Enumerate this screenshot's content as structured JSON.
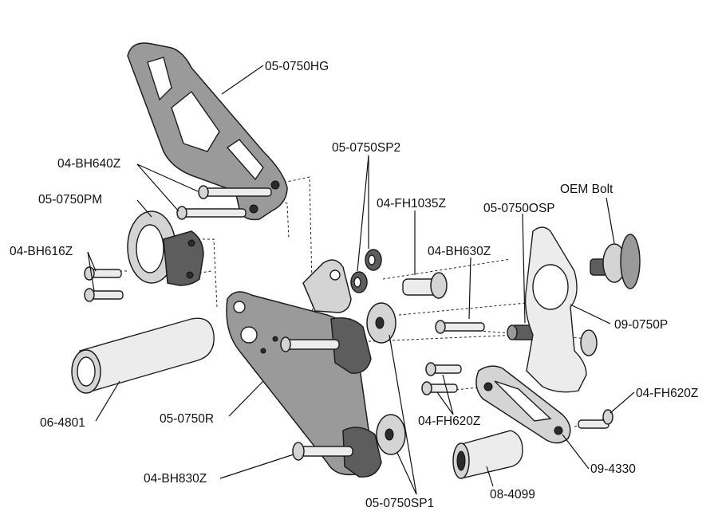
{
  "diagram": {
    "part_labels": [
      {
        "id": "05-0750HG",
        "text": "05-0750HG"
      },
      {
        "id": "04-BH640Z",
        "text": "04-BH640Z"
      },
      {
        "id": "05-0750PM",
        "text": "05-0750PM"
      },
      {
        "id": "04-BH616Z",
        "text": "04-BH616Z"
      },
      {
        "id": "05-0750SP2",
        "text": "05-0750SP2"
      },
      {
        "id": "04-FH1035Z",
        "text": "04-FH1035Z"
      },
      {
        "id": "05-0750OSP",
        "text": "05-0750OSP"
      },
      {
        "id": "OEM-Bolt",
        "text": "OEM Bolt"
      },
      {
        "id": "04-BH630Z",
        "text": "04-BH630Z"
      },
      {
        "id": "09-0750P",
        "text": "09-0750P"
      },
      {
        "id": "04-FH620Z-right",
        "text": "04-FH620Z"
      },
      {
        "id": "04-FH620Z-center",
        "text": "04-FH620Z"
      },
      {
        "id": "06-4801",
        "text": "06-4801"
      },
      {
        "id": "05-0750R",
        "text": "05-0750R"
      },
      {
        "id": "09-4330",
        "text": "09-4330"
      },
      {
        "id": "04-BH830Z",
        "text": "04-BH830Z"
      },
      {
        "id": "08-4099",
        "text": "08-4099"
      },
      {
        "id": "05-0750SP1",
        "text": "05-0750SP1"
      }
    ]
  }
}
